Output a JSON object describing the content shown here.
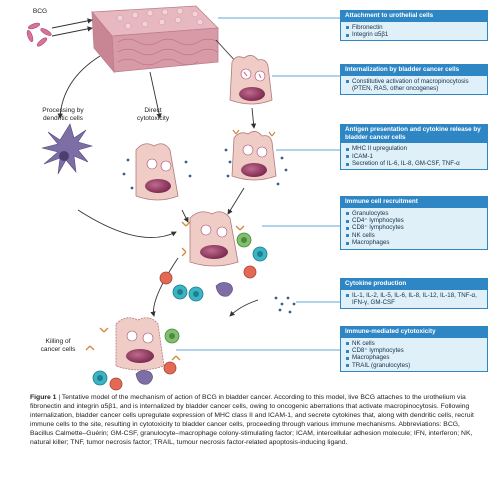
{
  "labels": {
    "bcg": "BCG",
    "processing": [
      "Processing by",
      "dendritic cells"
    ],
    "direct": [
      "Direct",
      "cytotoxicity"
    ],
    "killing": [
      "Killing of",
      "cancer cells"
    ]
  },
  "boxes": [
    {
      "title": "Attachment to urothelial cells",
      "items": [
        "Fibronectin",
        "Integrin α5β1"
      ]
    },
    {
      "title": "Internalization by bladder cancer cells",
      "items": [
        "Constitutive activation of macropinocytosis (PTEN, RAS, other oncogenes)"
      ]
    },
    {
      "title": "Antigen presentation and cytokine release by bladder cancer cells",
      "items": [
        "MHC II upregulation",
        "ICAM-1",
        "Secretion of IL-6, IL-8, GM-CSF, TNF-α"
      ]
    },
    {
      "title": "Immune cell recruitment",
      "items": [
        "Granulocytes",
        "CD4⁺ lymphocytes",
        "CD8⁺ lymphocytes",
        "NK cells",
        "Macrophages"
      ]
    },
    {
      "title": "Cytokine production",
      "items": [
        "IL-1, IL-2, IL-5, IL-6, IL-8, IL-12, IL-18, TNF-α, IFN-γ, GM-CSF"
      ]
    },
    {
      "title": "Immune-mediated cytotoxicity",
      "items": [
        "NK cells",
        "CD8⁺ lymphocytes",
        "Macrophages",
        "TRAIL (granulocytes)"
      ]
    }
  ],
  "caption": {
    "figure": "Figure 1",
    "text": " | Tentative model of the mechanism of action of BCG in bladder cancer. According to this model, live BCG attaches to the urothelium via fibronectin and integrin α5β1, and is internalized by bladder cancer cells, owing to oncogenic aberrations that activate macropinocytosis. Following internalization, bladder cancer cells upregulate expression of MHC class II and ICAM-1, and secrete cytokines that, along with dendritic cells, recruit immune cells to the site, resulting in cytotoxicity to bladder cancer cells, proceeding through various immune mechanisms. Abbreviations: BCG, Bacillus Calmette–Guérin; GM-CSF, granulocyte–macrophage colony-stimulating factor; ICAM, intercellular adhesion molecule; IFN, interferon; NK, natural killer; TNF, tumor necrosis factor; TRAIL, tumour necrosis factor-related apoptosis-inducing ligand."
  },
  "colors": {
    "box_header": "#2f86c4",
    "box_fill": "#dff0f9",
    "cell_fill": "#f0ccc7",
    "nucleus": "#9b3e66",
    "dendritic": "#7d6fa6",
    "bcg": "#d9729a"
  }
}
